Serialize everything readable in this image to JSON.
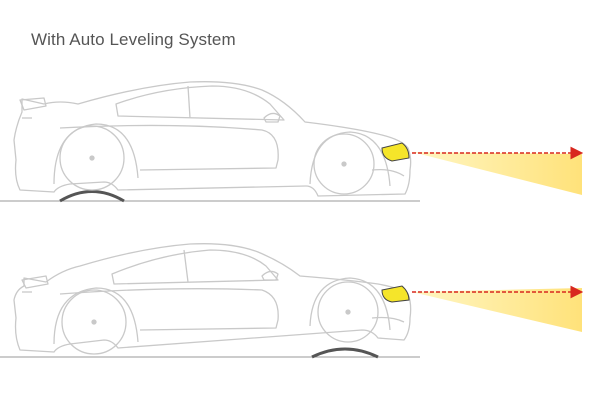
{
  "title": "With Auto Leveling System",
  "colors": {
    "car_outline": "#c9c9c9",
    "ground_line": "#9a9a9a",
    "bump": "#555555",
    "headlight": "#f5e52a",
    "beam_fill": "#ffe88a",
    "beam_arrow": "#d8281f"
  },
  "scenes": [
    {
      "id": "rear-on-bump",
      "bump_under": "rear-wheel"
    },
    {
      "id": "front-on-bump",
      "bump_under": "front-wheel"
    }
  ]
}
